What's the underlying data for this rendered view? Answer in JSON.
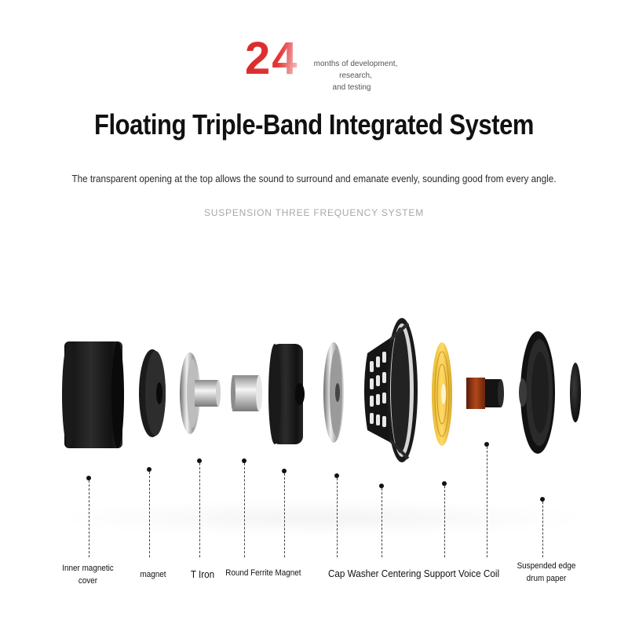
{
  "header": {
    "big_number": "24",
    "number_caption_line1": "months of development, research,",
    "number_caption_line2": "and testing",
    "accent_color": "#d62a2a"
  },
  "title": "Floating Triple-Band Integrated System",
  "subtitle": "The transparent opening at the top allows the sound to surround and emanate evenly, sounding good from every angle.",
  "english_caption": "SUSPENSION THREE FREQUENCY SYSTEM",
  "parts": {
    "inner_magnetic_cover": "Inner magnetic cover",
    "magnet": "magnet",
    "t_iron": "T Iron",
    "round_ferrite_magnet": "Round Ferrite Magnet",
    "cap_washer_centering_support_voice_coil": "Cap Washer Centering Support Voice Coil",
    "suspended_edge_drum_paper": "Suspended edge drum paper"
  }
}
